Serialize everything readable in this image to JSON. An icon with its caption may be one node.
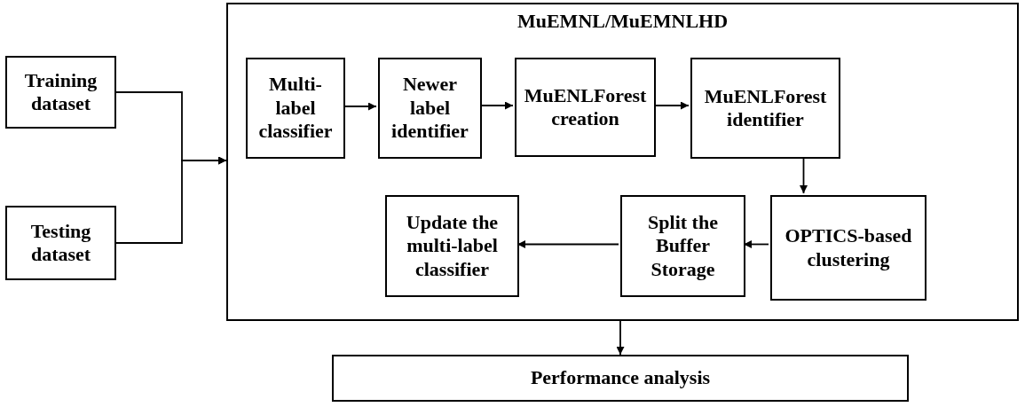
{
  "diagram": {
    "nodes": [
      {
        "text": [
          "Training dataset"
        ]
      },
      {
        "text": [
          "Testing dataset"
        ]
      },
      {
        "text": [
          "MuEMNL/MuEMNLHD"
        ]
      },
      {
        "text": [
          "Multi-label classifier"
        ],
        "in": 2
      },
      {
        "text": [
          "Newer label identifier"
        ],
        "in": 2
      },
      {
        "text": [
          "MuENLForest creation"
        ],
        "in": 2
      },
      {
        "text": [
          "MuENLForest identifier"
        ],
        "in": 2
      },
      {
        "text": [
          "OPTICS-based clustering"
        ],
        "in": 2
      },
      {
        "text": [
          "Split the Buffer Storage"
        ],
        "in": 2
      },
      {
        "text": [
          "Update the multi-label classifier"
        ],
        "in": 2
      },
      {
        "text": [
          "Performance analysis"
        ]
      }
    ],
    "edges": [
      {
        "from": 0,
        "to": 2,
        "arrow": "to"
      },
      {
        "from": 1,
        "to": 2,
        "arrow": "to"
      },
      {
        "from": 3,
        "to": 4,
        "arrow": "to"
      },
      {
        "from": 4,
        "to": 5,
        "arrow": "to"
      },
      {
        "from": 5,
        "to": 6,
        "arrow": "to"
      },
      {
        "from": 6,
        "to": 7,
        "arrow": "to"
      },
      {
        "from": 7,
        "to": 8,
        "arrow": "to"
      },
      {
        "from": 8,
        "to": 9,
        "arrow": "to"
      },
      {
        "from": 2,
        "to": 10,
        "arrow": "to"
      }
    ]
  }
}
